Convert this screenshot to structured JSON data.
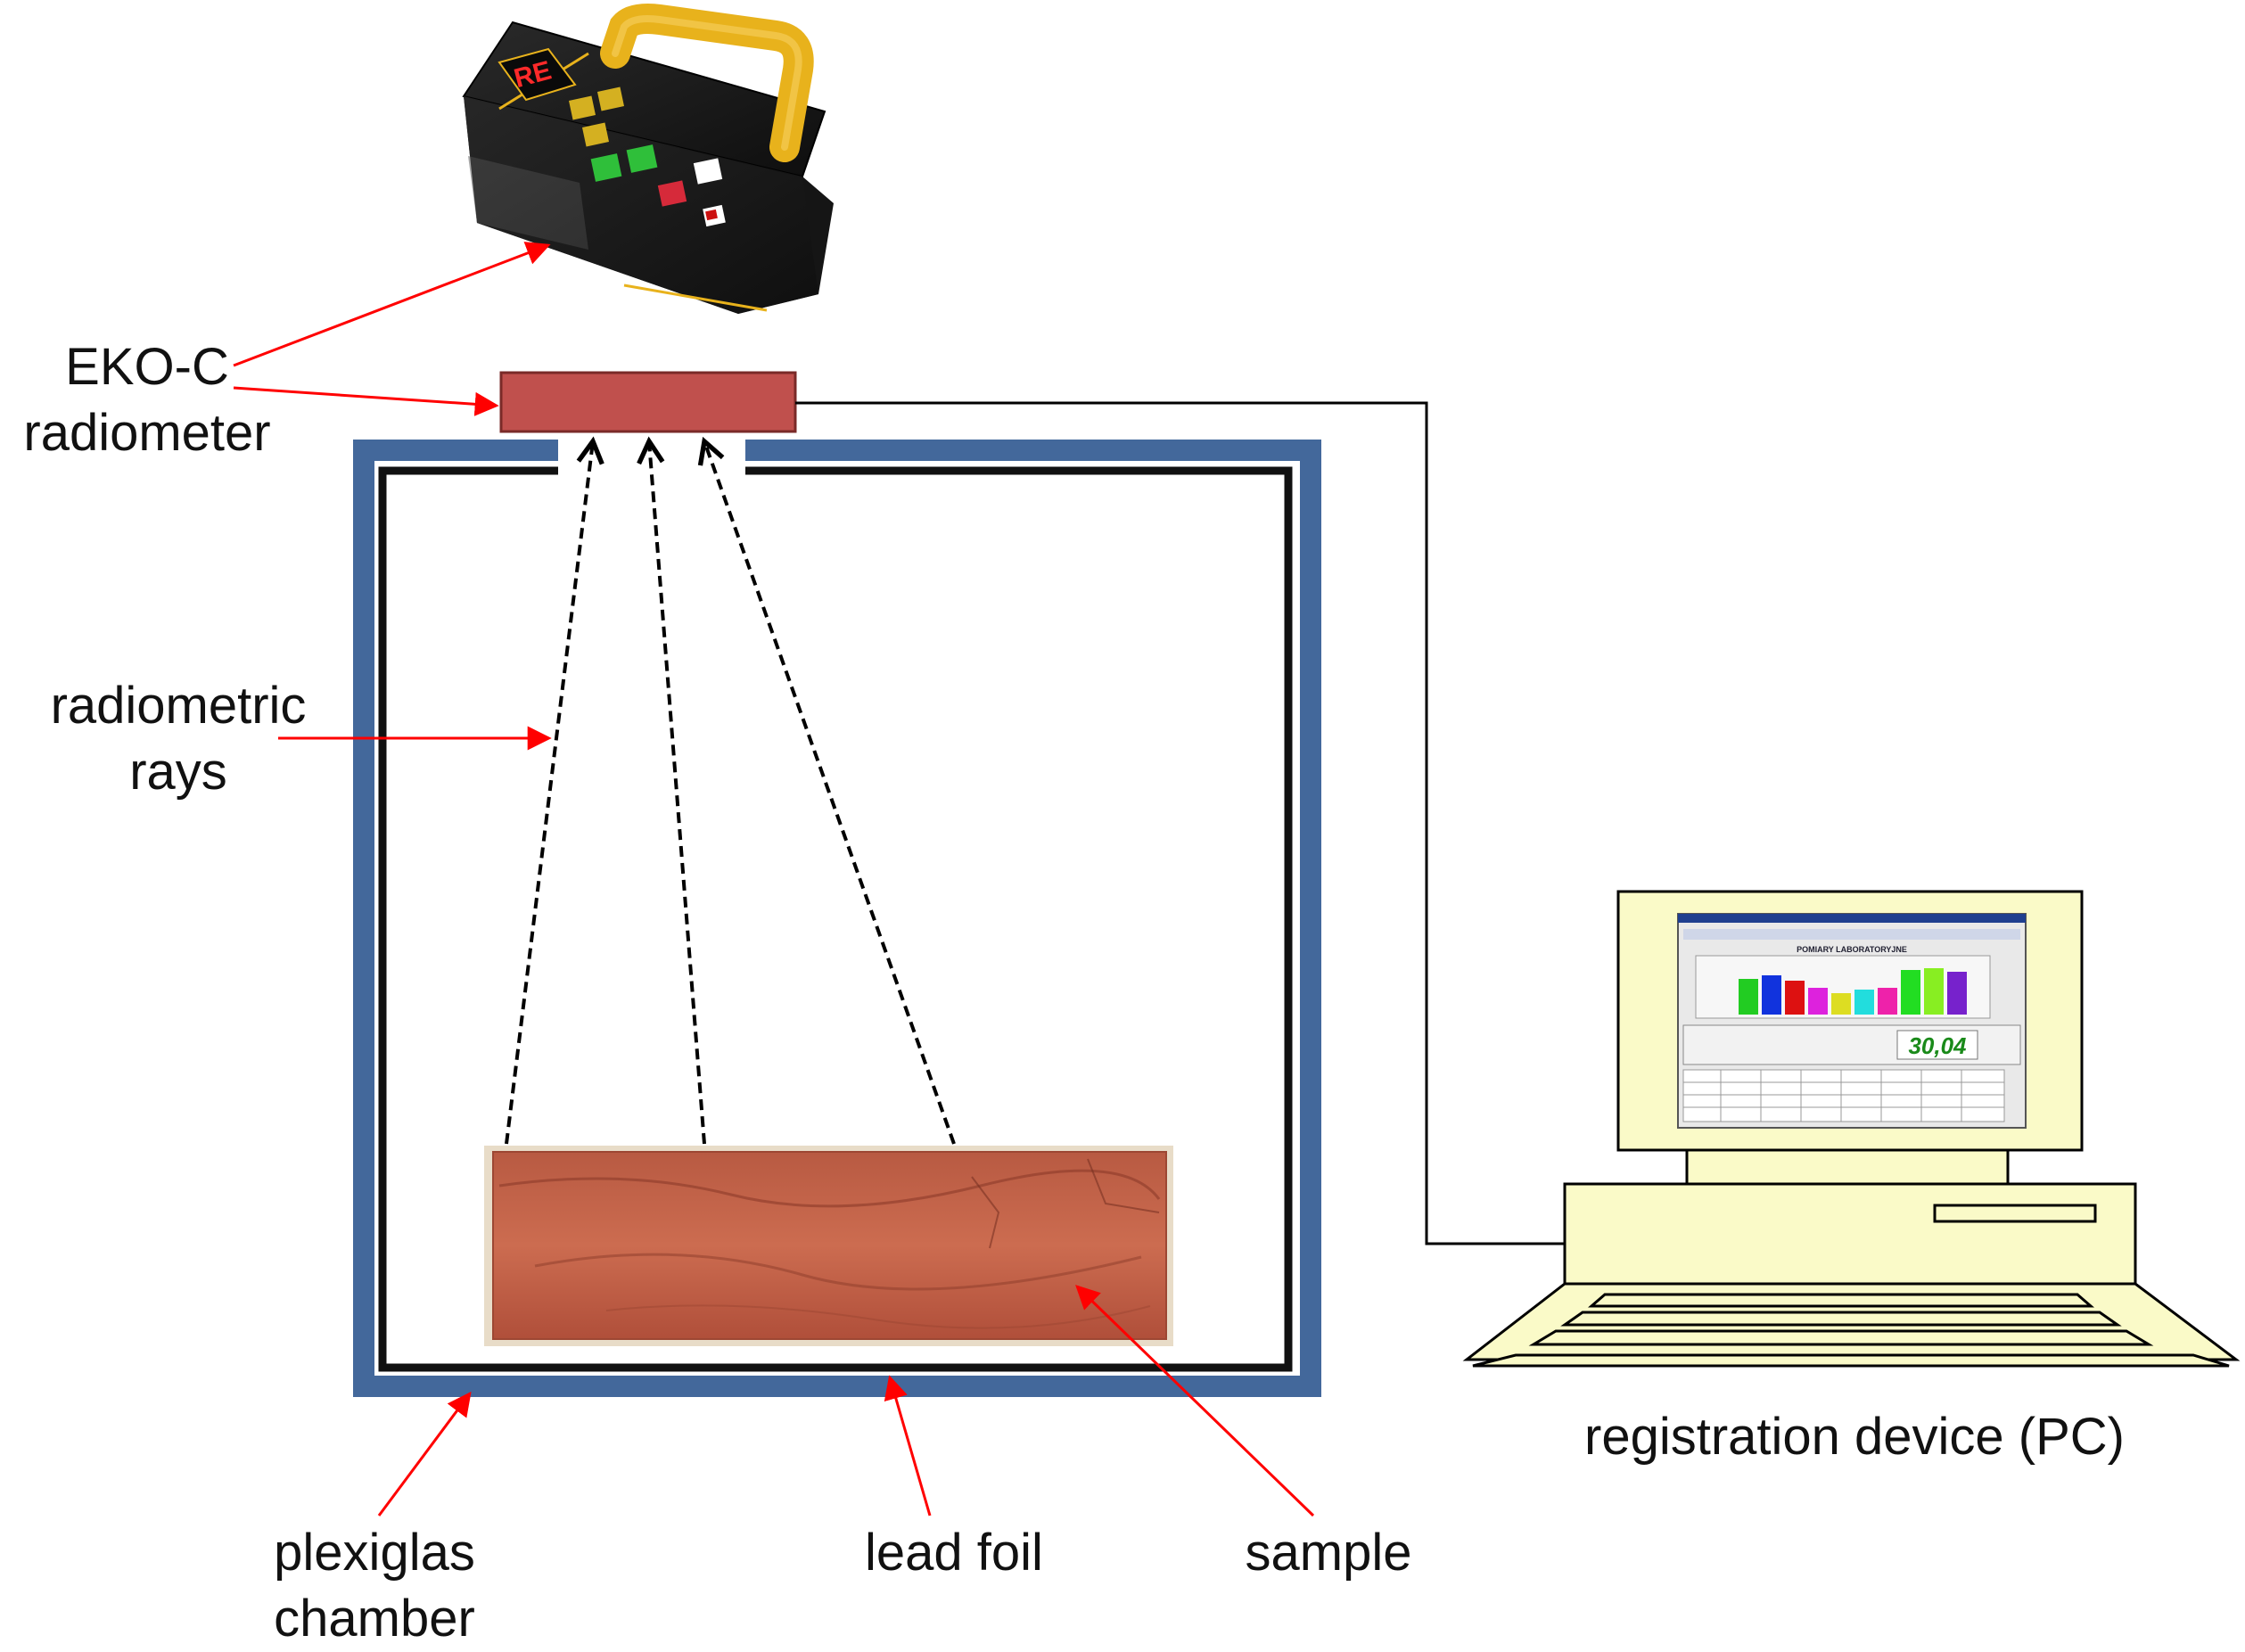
{
  "labels": {
    "radiometer_line1": "EKO-C",
    "radiometer_line2": "radiometer",
    "rays_line1": "radiometric",
    "rays_line2": "rays",
    "chamber_line1": "plexiglas",
    "chamber_line2": "chamber",
    "lead_foil": "lead foil",
    "sample": "sample",
    "pc": "registration device (PC)"
  },
  "device": {
    "display": "RE"
  },
  "screen": {
    "chart_title": "POMIARY LABORATORYJNE",
    "reading": "30,04"
  },
  "colors": {
    "chamber_wall": "#43689b",
    "lead_foil": "#111111",
    "radiometer_box": "#c0504d",
    "arrow": "#ff0000",
    "pc_body": "#fafac8",
    "brick": "#c6654a",
    "device_body": "#1c1c1c",
    "device_handle": "#e8b21c"
  }
}
